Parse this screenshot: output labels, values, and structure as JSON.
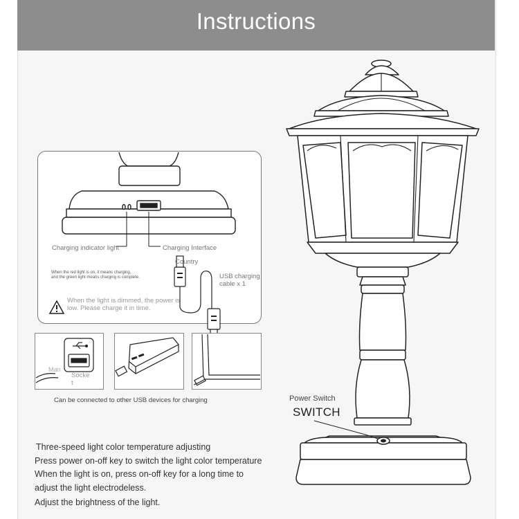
{
  "header": {
    "title": "Instructions"
  },
  "base_panel": {
    "indicator_label": "Charging indicator light",
    "interface_label": "Charging Interface",
    "note_line1": "When the red light is on, it means charging,",
    "note_line2": "and the green light means charging is complete.",
    "warning_line1": "When the light is dimmed, the power is",
    "warning_line2": "low. Please charge it in time.",
    "country_label": "Country",
    "cable_label_line1": "USB charging",
    "cable_label_line2": "cable x 1"
  },
  "usb_boxes": {
    "man_label": "Man",
    "socket_line1": "Socke",
    "socket_line2": "t",
    "caption": "Can be connected to other USB devices for charging"
  },
  "lamp": {
    "power_switch_label": "Power Switch",
    "switch_label": "SWITCH"
  },
  "instructions": [
    "Three-speed light color temperature adjusting",
    "Press power on-off key to switch the light color temperature",
    "When the light is on, press on-off key for a long time to",
    "adjust the light electrodeless.",
    "Adjust the brightness of the light."
  ]
}
